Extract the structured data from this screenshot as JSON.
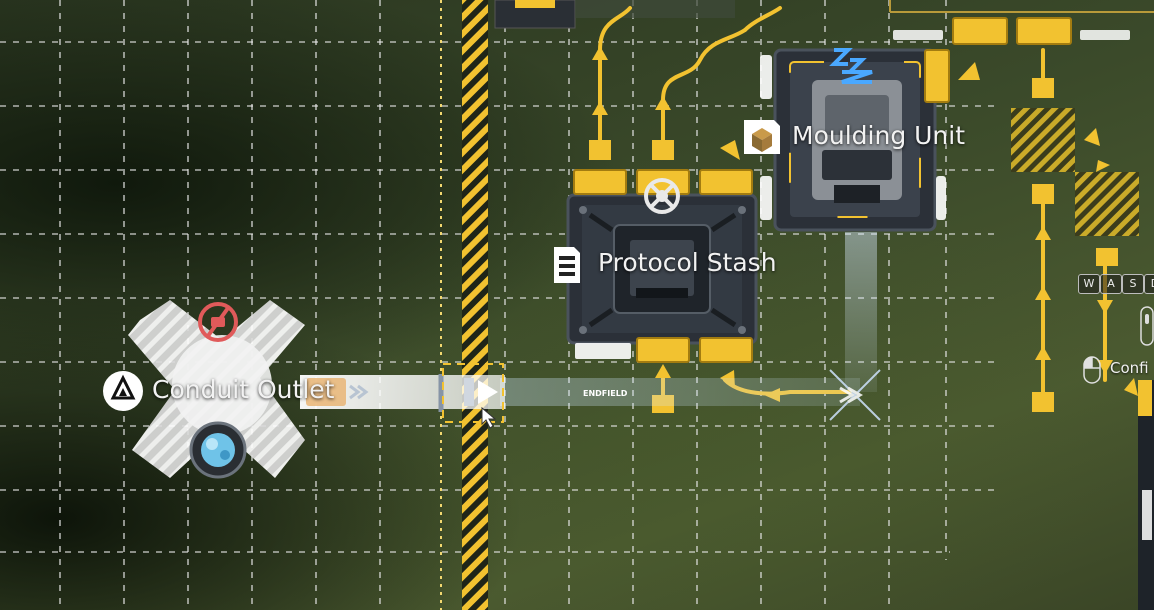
{
  "labels": {
    "conduit_outlet": "Conduit Outlet",
    "protocol_stash": "Protocol Stash",
    "moulding_unit": "Moulding Unit",
    "belt_text": "ENDFIELD"
  },
  "hint": {
    "keys": [
      "W",
      "A",
      "S",
      "D"
    ],
    "confirm_text": "Confi"
  },
  "colors": {
    "accent_yellow": "#f2c230",
    "grid_line": "#e6e6e6",
    "warning_red": "#e05a5a",
    "sleep_blue": "#4aa8ff"
  },
  "icons": {
    "conduit_outlet": "drop-hexagon-icon",
    "protocol_stash": "storage-cabinet-icon",
    "moulding_unit": "crate-icon",
    "stash_top": "crosshair-valve-icon",
    "outlet_status": "no-entry-icon",
    "outlet_resource": "blue-ore-icon",
    "moulding_status": "sleep-zzz-icon",
    "mouse": "mouse-icon"
  }
}
